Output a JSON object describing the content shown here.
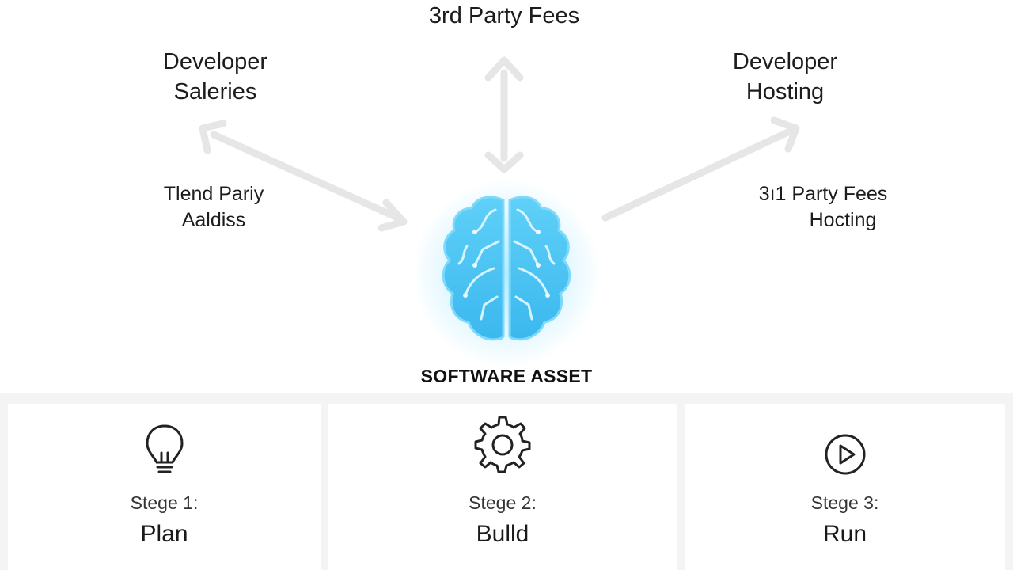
{
  "diagram": {
    "top_label": "3rd Party Fees",
    "left_top_label": [
      "Developer",
      "Saleries"
    ],
    "right_top_label": [
      "Developer",
      "Hosting"
    ],
    "left_mid_label": [
      "Tlend Pariy",
      "Aaldiss"
    ],
    "right_mid_label": [
      "3ı1 Party Fees",
      "Hocting"
    ],
    "center_label": "SOFTWARE ASSET",
    "center_icon": "brain-icon",
    "accent_color": "#4fc8f5"
  },
  "stages": [
    {
      "icon": "lightbulb-icon",
      "number": "Stege 1:",
      "name": "Plan"
    },
    {
      "icon": "gear-icon",
      "number": "Stege 2:",
      "name": "Bulld"
    },
    {
      "icon": "play-circle-icon",
      "number": "Stege 3:",
      "name": "Run"
    }
  ]
}
